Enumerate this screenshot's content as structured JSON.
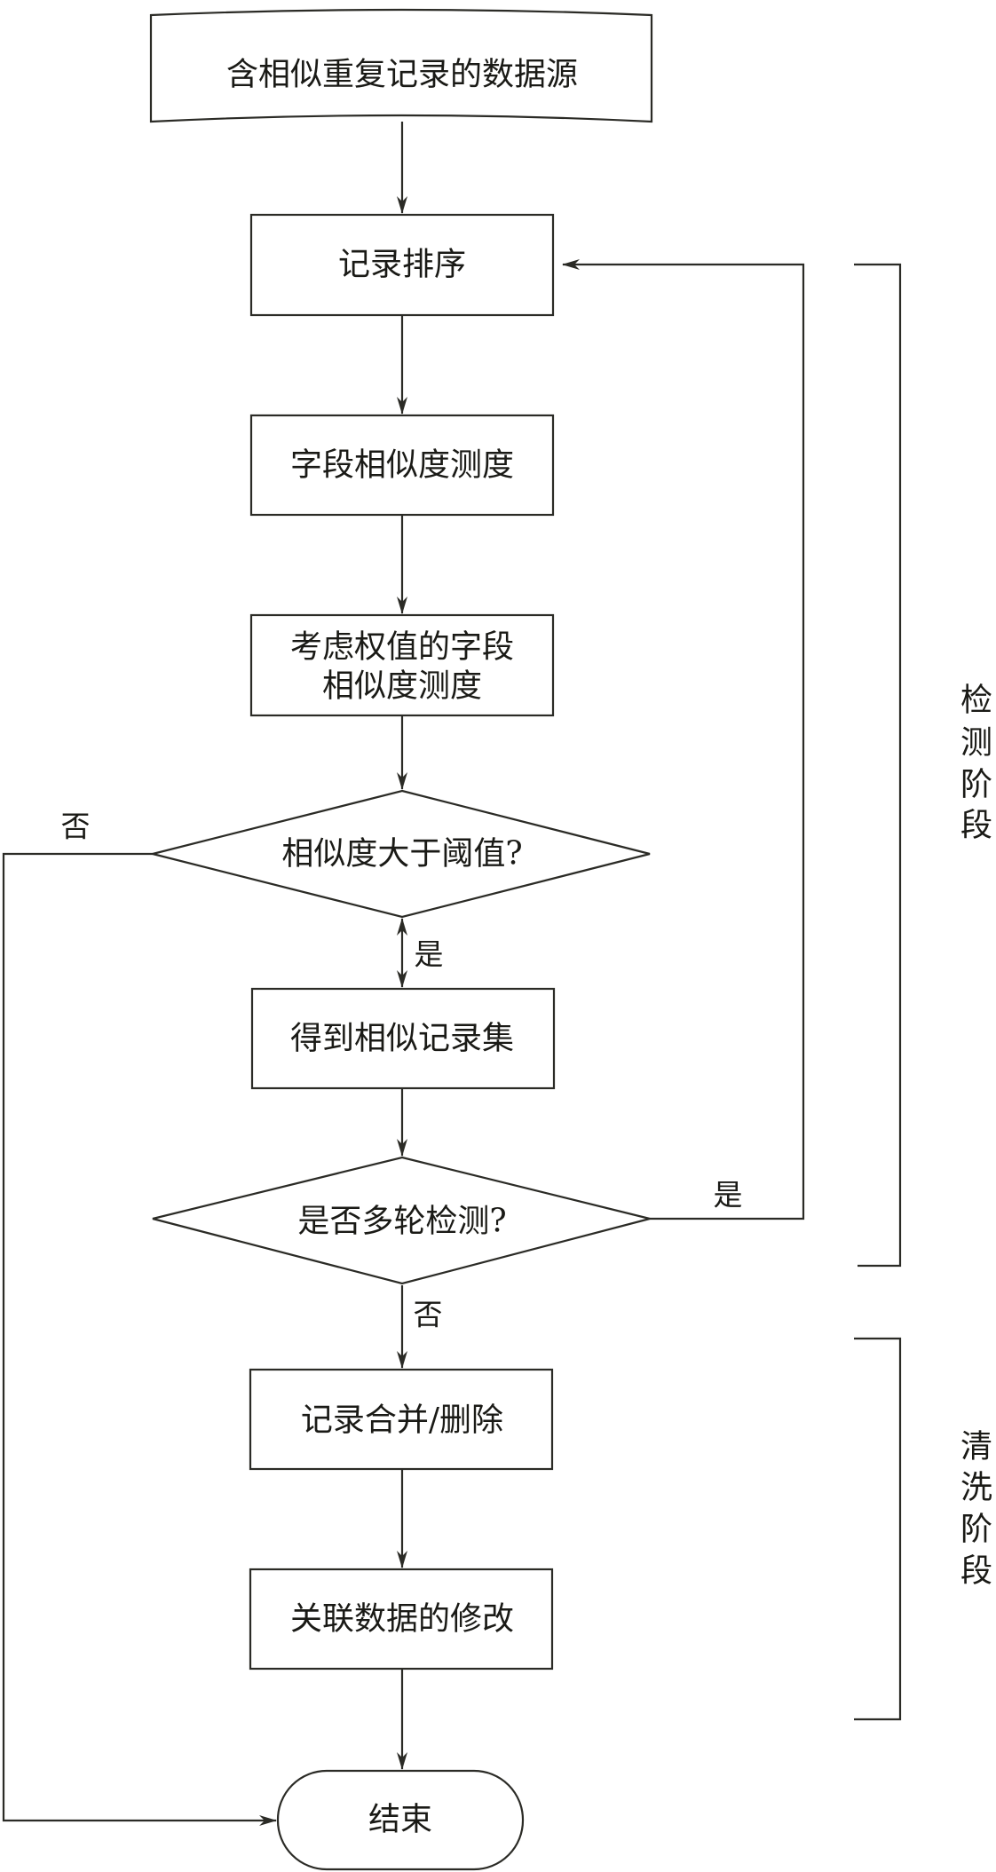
{
  "nodes": {
    "source": "含相似重复记录的数据源",
    "sort": "记录排序",
    "field_similarity": "字段相似度测度",
    "weighted_line1": "考虑权值的字段",
    "weighted_line2": "相似度测度",
    "threshold": "相似度大于阈值?",
    "get_set": "得到相似记录集",
    "multi_round": "是否多轮检测?",
    "merge_delete": "记录合并/删除",
    "modify_related": "关联数据的修改",
    "end": "结束"
  },
  "edges": {
    "threshold_yes": "是",
    "threshold_no": "否",
    "multi_yes": "是",
    "multi_no": "否"
  },
  "stages": {
    "detection": [
      "检",
      "测",
      "阶",
      "段"
    ],
    "cleaning": [
      "清",
      "洗",
      "阶",
      "段"
    ]
  }
}
